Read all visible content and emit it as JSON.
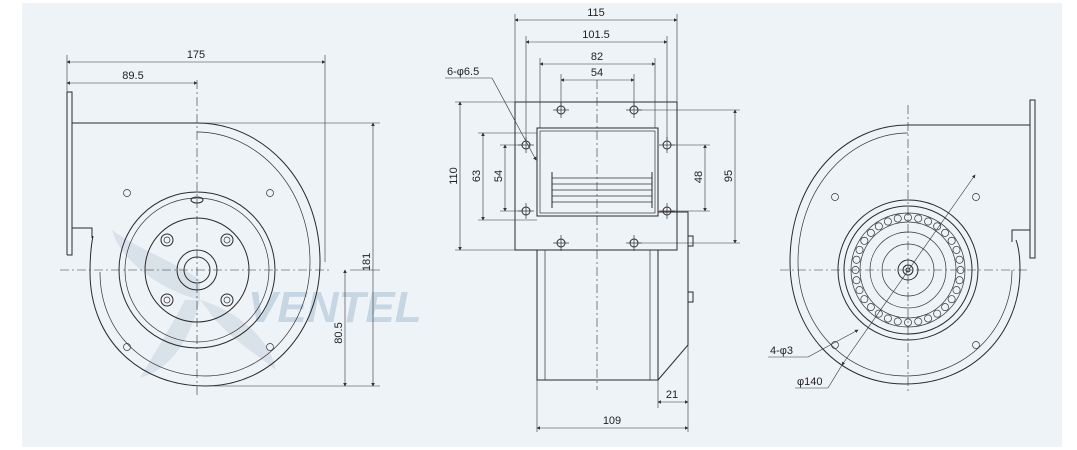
{
  "watermark": "VENTEL",
  "front_view": {
    "width_total": "175",
    "width_half": "89.5",
    "height_total": "181",
    "height_lower": "80.5"
  },
  "side_view": {
    "width_outer": "115",
    "width_mid": "101.5",
    "width_inner": "82",
    "width_holes": "54",
    "height_flange": "110",
    "height_outer": "63",
    "height_inner": "54",
    "height_right_inner": "48",
    "height_right_outer": "95",
    "hole_callout": "6-φ6.5",
    "depth_offset": "21",
    "depth_total": "109"
  },
  "rear_view": {
    "hole_callout": "4-φ3",
    "diameter": "φ140"
  }
}
